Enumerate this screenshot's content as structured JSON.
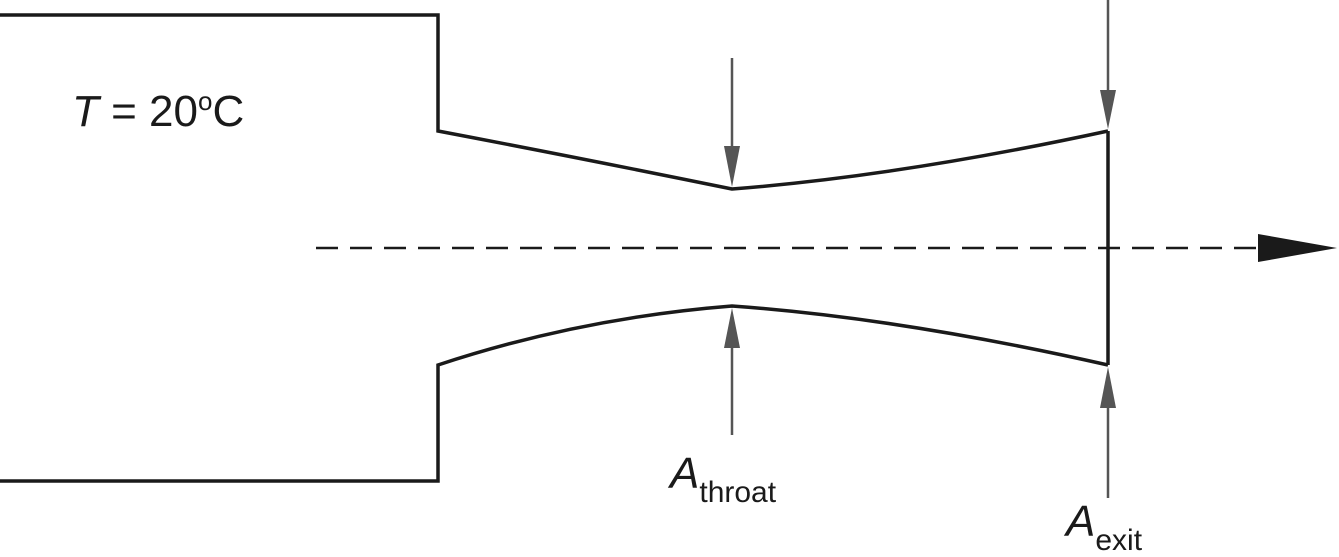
{
  "labels": {
    "temperature": {
      "symbol": "T",
      "relation": " = 20",
      "degree": "o",
      "unit": "C"
    },
    "throat_area": {
      "symbol": "A",
      "subscript": "throat"
    },
    "exit_area": {
      "symbol": "A",
      "subscript": "exit"
    }
  },
  "colors": {
    "outline": "#1a1a1a",
    "dimension_arrows": "#555555",
    "background": "#ffffff"
  }
}
